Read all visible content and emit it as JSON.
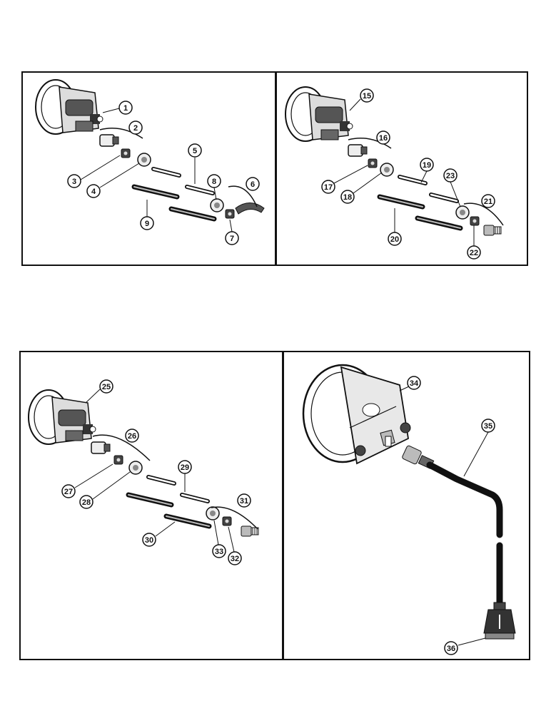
{
  "panels": [
    {
      "id": "top-left",
      "callouts": [
        "1",
        "2",
        "3",
        "4",
        "5",
        "6",
        "7",
        "8",
        "9"
      ]
    },
    {
      "id": "top-right",
      "callouts": [
        "15",
        "16",
        "17",
        "18",
        "19",
        "20",
        "21",
        "22",
        "23"
      ]
    },
    {
      "id": "bottom-left",
      "callouts": [
        "25",
        "26",
        "27",
        "28",
        "29",
        "30",
        "31",
        "32",
        "33"
      ]
    },
    {
      "id": "bottom-right",
      "callouts": [
        "34",
        "35",
        "36"
      ]
    }
  ]
}
